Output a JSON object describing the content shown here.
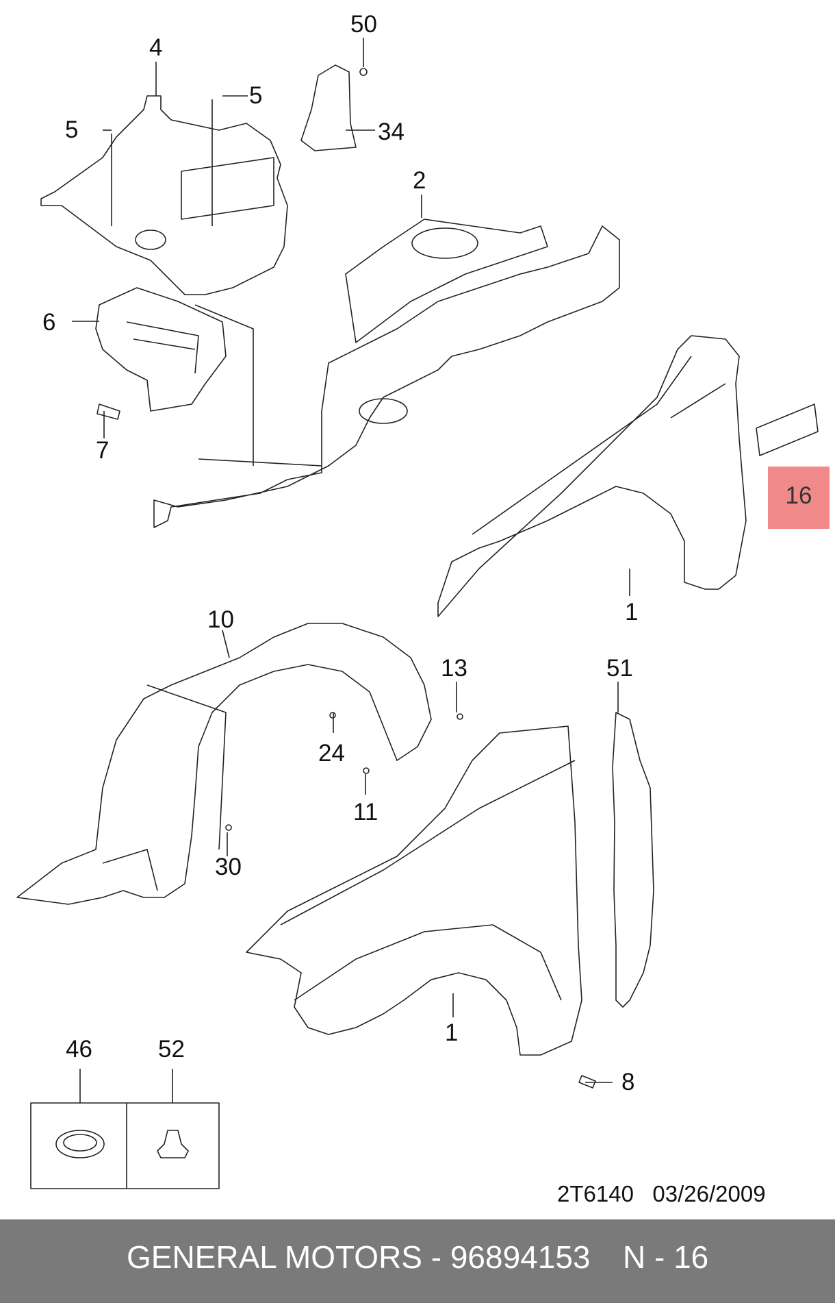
{
  "callouts": {
    "c50": "50",
    "c4": "4",
    "c5a": "5",
    "c5b": "5",
    "c34": "34",
    "c2": "2",
    "c6": "6",
    "c7": "7",
    "c16": "16",
    "c1a": "1",
    "c10": "10",
    "c13": "13",
    "c51": "51",
    "c24": "24",
    "c11": "11",
    "c30": "30",
    "c1b": "1",
    "c8": "8",
    "c46": "46",
    "c52": "52"
  },
  "doc_ref": "2T6140   03/26/2009",
  "footer": {
    "manufacturer_part": "GENERAL MOTORS - 96894153",
    "part_ref": "N - 16"
  },
  "colors": {
    "highlight": "#f08a8a",
    "footer_bg": "#7a7a7a",
    "line": "#222222"
  }
}
